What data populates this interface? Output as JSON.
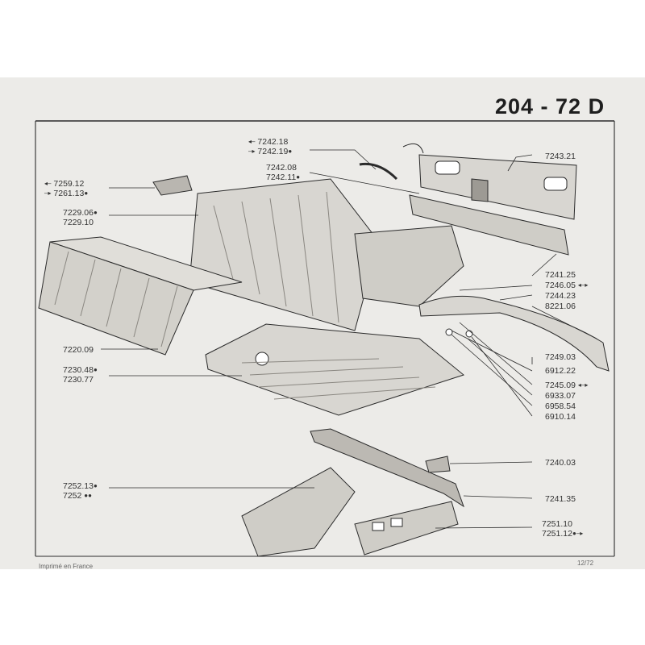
{
  "title": "204 - 72 D",
  "footer": {
    "left": "Imprimé en France",
    "right": "12/72"
  },
  "labels": {
    "l7242_18": "7242.18",
    "l7242_19": "7242.19",
    "l7242_08": "7242.08",
    "l7242_11": "7242.11",
    "l7243_21": "7243.21",
    "l7259_12": "7259.12",
    "l7261_13": "7261.13",
    "l7229_06": "7229.06",
    "l7229_10": "7229.10",
    "l7241_25": "7241.25",
    "l7246_05": "7246.05",
    "l7244_23": "7244.23",
    "l8221_06": "8221.06",
    "l7220_09": "7220.09",
    "l7249_03": "7249.03",
    "l6912_22": "6912.22",
    "l7230_48": "7230.48",
    "l7230_77": "7230.77",
    "l7245_09": "7245.09",
    "l6933_07": "6933.07",
    "l6958_54": "6958.54",
    "l6910_14": "6910.14",
    "l7240_03": "7240.03",
    "l7252_13": "7252.13",
    "l7252": "7252",
    "l7241_35": "7241.35",
    "l7251_10": "7251.10",
    "l7251_12": "7251.12"
  },
  "markers": {
    "dot": "●",
    "double_dot": "●●",
    "arrow_left": "◂–",
    "arrow_right": "–▸",
    "arrow_both": "◂–▸"
  },
  "colors": {
    "line": "#2b2b2b",
    "paper": "#ecebe8",
    "fill": "#d8d6d1",
    "shade": "#9d9a94"
  }
}
